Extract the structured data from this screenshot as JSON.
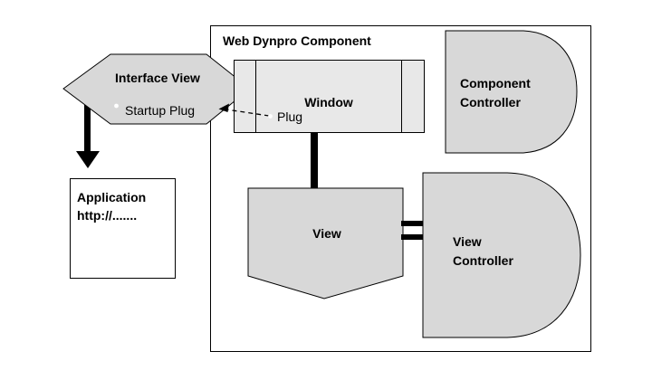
{
  "diagram": {
    "title": "Web Dynpro Component",
    "interface_view": {
      "label": "Interface View",
      "plug_label": "Startup Plug"
    },
    "window": {
      "label": "Window",
      "plug_label": "Plug"
    },
    "component_controller": {
      "label": "Component\nController"
    },
    "view": {
      "label": "View"
    },
    "view_controller": {
      "label": "View\nController"
    },
    "application": {
      "label": "Application\nhttp://......."
    },
    "edges": [
      {
        "from": "interface-view",
        "to": "application",
        "style": "thick-solid-arrow"
      },
      {
        "from": "window-plug",
        "to": "interface-view-startup-plug",
        "style": "dashed-arrow"
      },
      {
        "from": "window",
        "to": "view",
        "style": "thick-line"
      },
      {
        "from": "view",
        "to": "view-controller",
        "style": "double-bar"
      }
    ],
    "colors": {
      "shape_fill": "#d8d8d8",
      "window_fill": "#e8e8e8",
      "container_fill": "#ffffff",
      "application_fill": "#ffffff",
      "line": "#000000",
      "bullet_fill": "#ffffff",
      "text": "#000000"
    }
  }
}
